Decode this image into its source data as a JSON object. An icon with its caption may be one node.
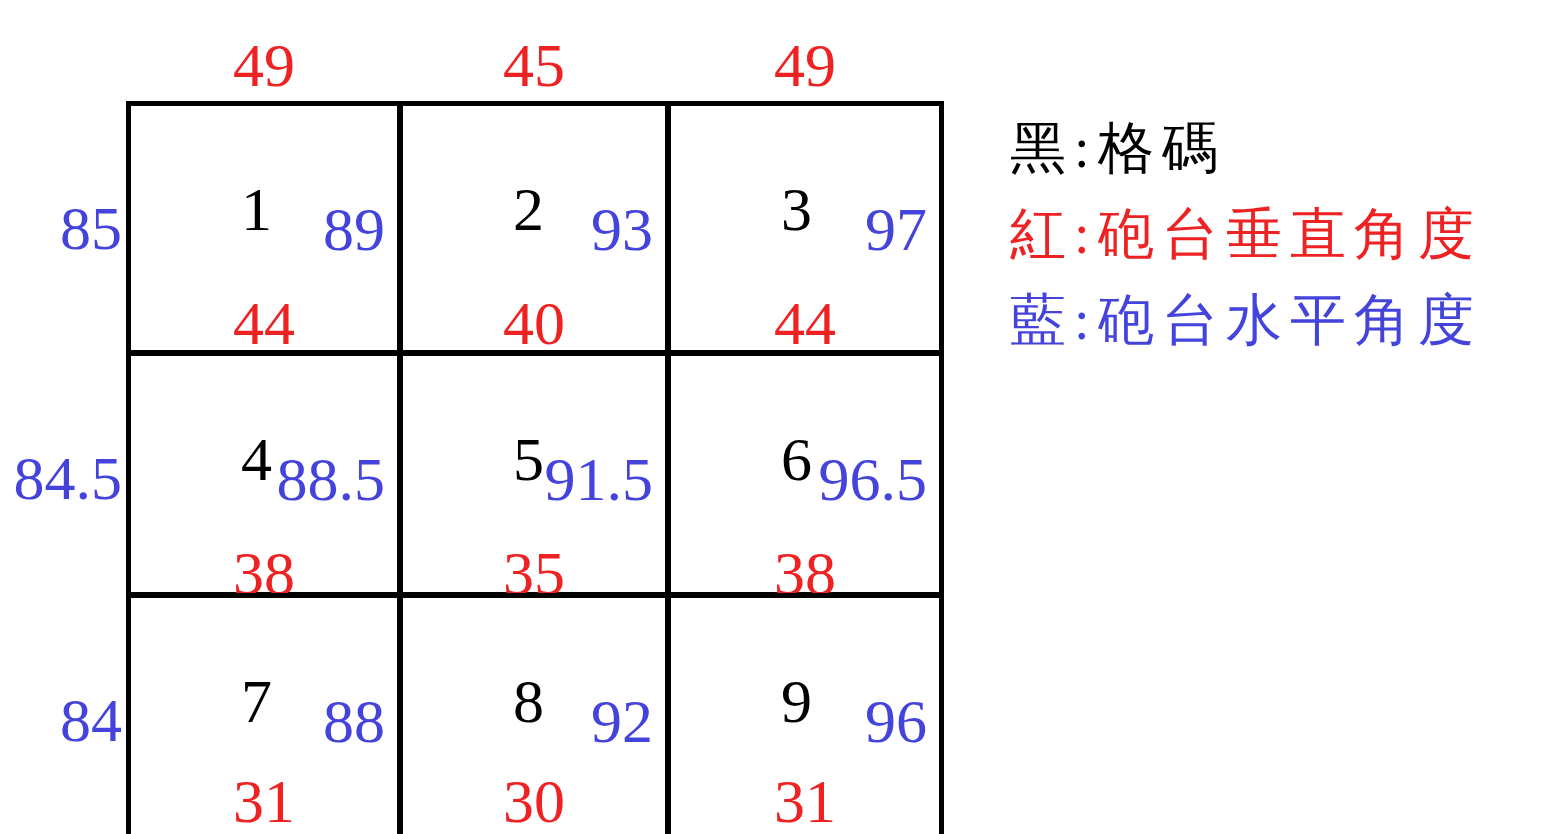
{
  "diagram": {
    "nodes": [
      {
        "text": [
          "1",
          "89",
          "44"
        ]
      },
      {
        "text": [
          "2",
          "93",
          "40"
        ]
      },
      {
        "text": [
          "3",
          "97",
          "44"
        ]
      },
      {
        "text": [
          "4",
          "88.5",
          "38"
        ]
      },
      {
        "text": [
          "5",
          "91.5",
          "35"
        ]
      },
      {
        "text": [
          "6",
          "96.5",
          "38"
        ]
      },
      {
        "text": [
          "7",
          "88",
          "31"
        ]
      },
      {
        "text": [
          "8",
          "92",
          "30"
        ]
      },
      {
        "text": [
          "9",
          "96",
          "31"
        ]
      }
    ],
    "labels": [
      "49",
      "45",
      "49",
      "85",
      "84.5",
      "84"
    ],
    "legend": [
      {
        "text": "黑:格碼",
        "color": "#000000"
      },
      {
        "text": "紅:砲台垂直角度",
        "color": "#ee2222"
      },
      {
        "text": "藍:砲台水平角度",
        "color": "#4444dd"
      }
    ]
  }
}
